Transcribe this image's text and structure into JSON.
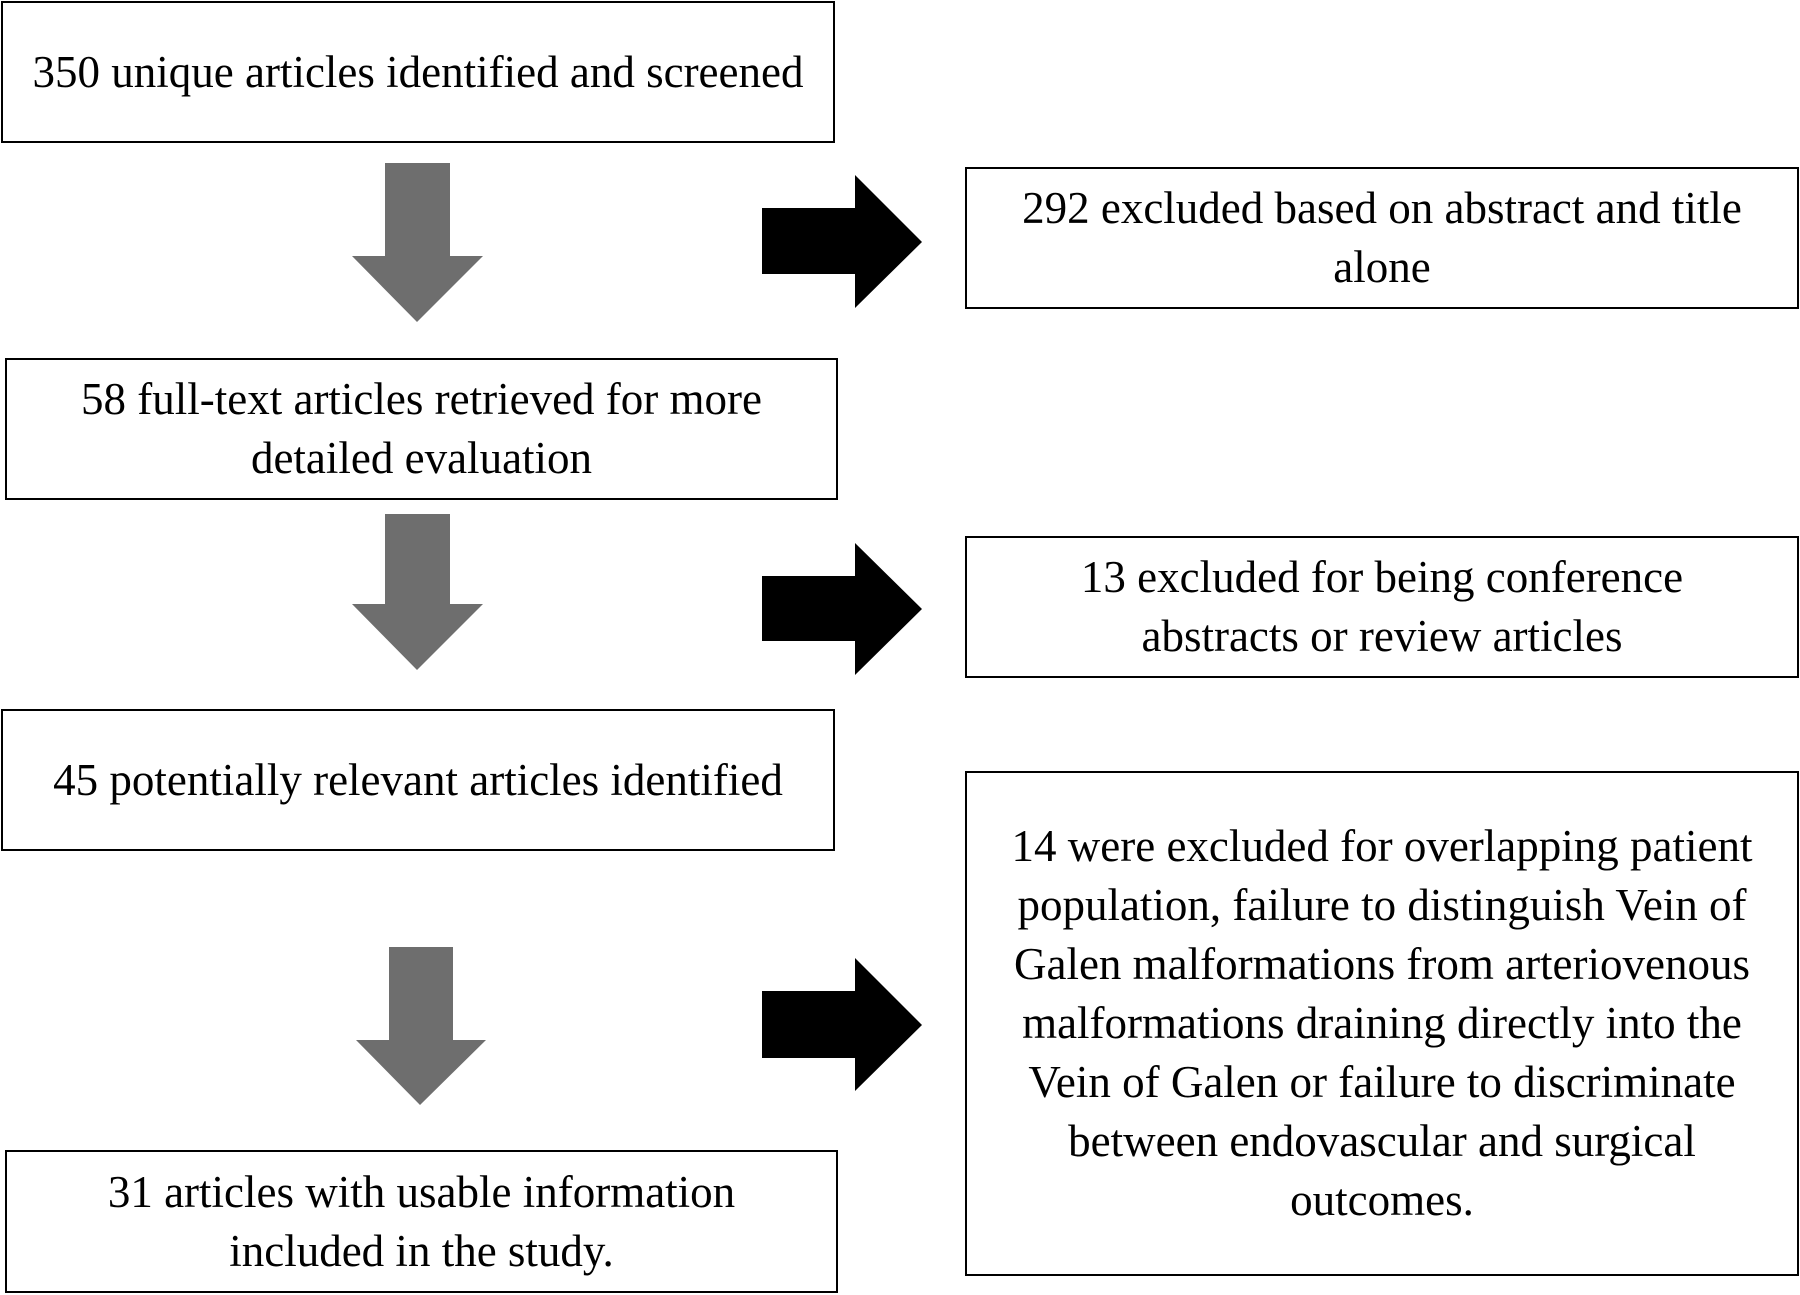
{
  "colors": {
    "down_arrow": "#6e6e6e",
    "right_arrow": "#000000",
    "box_border": "#000000",
    "background": "#ffffff"
  },
  "flow": {
    "identified": "350 unique articles identified and screened",
    "full_text": "58 full-text articles retrieved for more detailed evaluation",
    "relevant": "45 potentially relevant articles identified",
    "included": "31 articles with usable information included in the study."
  },
  "exclusions": {
    "abstract_title": "292 excluded based on abstract and title alone",
    "conference_review": "13 excluded for being conference abstracts or review articles",
    "overlap": "14 were excluded for overlapping patient population, failure to distinguish Vein of Galen malformations from arteriovenous malformations draining directly into the Vein of Galen or failure to discriminate between endovascular and surgical outcomes."
  }
}
